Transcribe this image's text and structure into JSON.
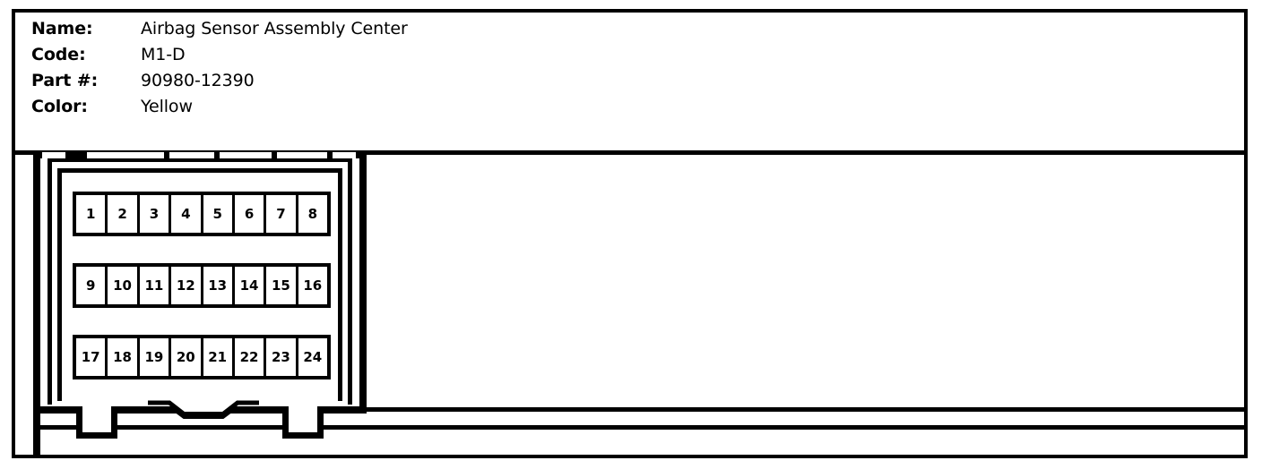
{
  "header": {
    "fields": [
      {
        "label": "Name:",
        "value": "Airbag Sensor Assembly Center"
      },
      {
        "label": "Code:",
        "value": "M1-D"
      },
      {
        "label": "Part #:",
        "value": "90980-12390"
      },
      {
        "label": "Color:",
        "value": "Yellow"
      }
    ]
  },
  "connector": {
    "type": "24-pin automotive connector face view",
    "rows": [
      {
        "pins": [
          "1",
          "2",
          "3",
          "4",
          "5",
          "6",
          "7",
          "8"
        ]
      },
      {
        "pins": [
          "9",
          "10",
          "11",
          "12",
          "13",
          "14",
          "15",
          "16"
        ]
      },
      {
        "pins": [
          "17",
          "18",
          "19",
          "20",
          "21",
          "22",
          "23",
          "24"
        ]
      }
    ]
  },
  "colors": {
    "line": "#000000",
    "background": "#ffffff"
  }
}
